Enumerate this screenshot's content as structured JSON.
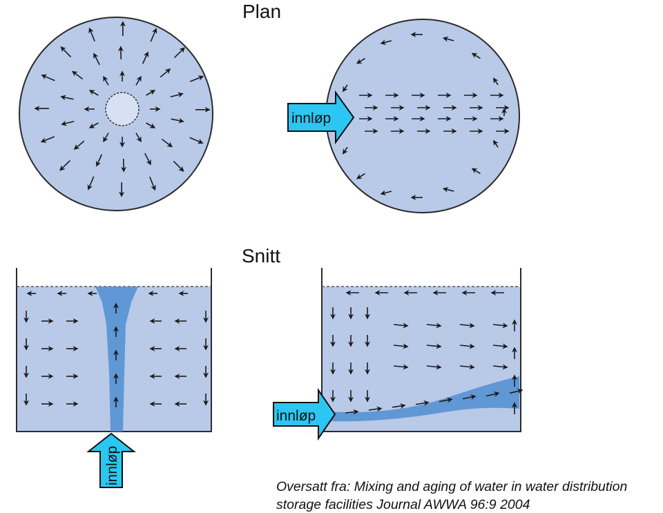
{
  "headings": {
    "plan": "Plan",
    "section": "Snitt"
  },
  "inlet_label": "innløp",
  "caption": {
    "line1": "Oversatt fra: Mixing and aging of water in water distribution",
    "line2": "storage facilities Journal AWWA 96:9 2004"
  },
  "colors": {
    "water": "#b9c9e8",
    "jet": "#4f8fd0",
    "inlet_arrow": "#2cc6f2",
    "outline": "#2a2a2a",
    "arrow": "#1a1a1a"
  },
  "icons": {
    "flow_arrow": "arrow-icon",
    "inlet": "inlet-arrow-icon"
  }
}
